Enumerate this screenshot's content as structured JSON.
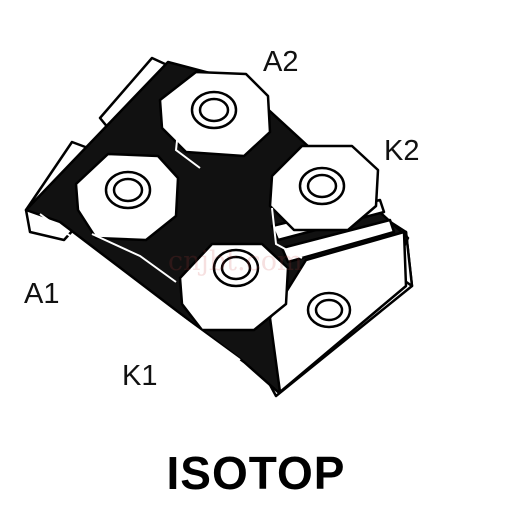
{
  "title": "ISOTOP",
  "watermark": "cnjbt.com",
  "terminals": {
    "a2": "A2",
    "k2": "K2",
    "a1": "A1",
    "k1": "K1"
  },
  "colors": {
    "body": "#111111",
    "terminal": "#ffffff",
    "outline": "#000000",
    "watermark": "#c83c3c"
  }
}
